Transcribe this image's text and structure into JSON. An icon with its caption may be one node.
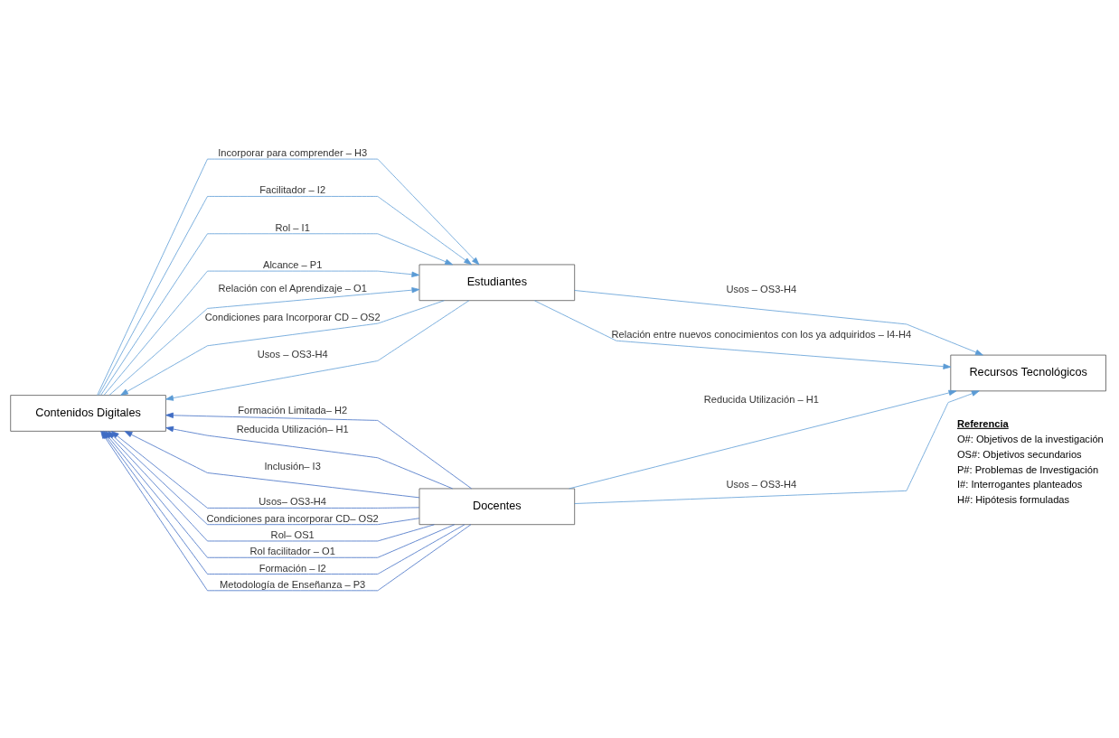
{
  "diagram": {
    "nodes": [
      {
        "text": [
          "Contenidos Digitales"
        ]
      },
      {
        "text": [
          "Estudiantes"
        ]
      },
      {
        "text": [
          "Docentes"
        ]
      },
      {
        "text": [
          "Recursos Tecnológicos"
        ]
      }
    ],
    "edges": [
      {
        "from": 0,
        "to": 1,
        "arrow": "to",
        "label": "Incorporar para comprender – H3"
      },
      {
        "from": 0,
        "to": 1,
        "arrow": "to",
        "label": "Facilitador – I2"
      },
      {
        "from": 0,
        "to": 1,
        "arrow": "to",
        "label": "Rol – I1"
      },
      {
        "from": 0,
        "to": 1,
        "arrow": "to",
        "label": "Alcance – P1"
      },
      {
        "from": 0,
        "to": 1,
        "arrow": "to",
        "label": "Relación con el Aprendizaje – O1"
      },
      {
        "from": 1,
        "to": 0,
        "arrow": "to",
        "label": "Condiciones para Incorporar CD – OS2"
      },
      {
        "from": 1,
        "to": 0,
        "arrow": "to",
        "label": "Usos – OS3-H4"
      },
      {
        "from": 2,
        "to": 0,
        "arrow": "to",
        "label": "Formación Limitada– H2",
        "color": "#3f6cc4"
      },
      {
        "from": 2,
        "to": 0,
        "arrow": "to",
        "label": "Reducida Utilización– H1",
        "color": "#3f6cc4"
      },
      {
        "from": 2,
        "to": 0,
        "arrow": "to",
        "label": "Inclusión– I3",
        "color": "#3f6cc4"
      },
      {
        "from": 2,
        "to": 0,
        "arrow": "to",
        "label": "Usos– OS3-H4",
        "color": "#3f6cc4"
      },
      {
        "from": 2,
        "to": 0,
        "arrow": "to",
        "label": "Condiciones para incorporar CD– OS2",
        "color": "#3f6cc4"
      },
      {
        "from": 2,
        "to": 0,
        "arrow": "to",
        "label": "Rol– OS1",
        "color": "#3f6cc4"
      },
      {
        "from": 2,
        "to": 0,
        "arrow": "to",
        "label": "Rol facilitador – O1",
        "color": "#3f6cc4"
      },
      {
        "from": 2,
        "to": 0,
        "arrow": "to",
        "label": "Formación – I2",
        "color": "#3f6cc4"
      },
      {
        "from": 2,
        "to": 0,
        "arrow": "to",
        "label": "Metodología de Enseñanza – P3",
        "color": "#3f6cc4"
      },
      {
        "from": 1,
        "to": 3,
        "arrow": "to",
        "label": "Usos – OS3-H4"
      },
      {
        "from": 1,
        "to": 3,
        "arrow": "to",
        "label": "Relación entre nuevos conocimientos con los ya adquiridos – I4-H4"
      },
      {
        "from": 2,
        "to": 3,
        "arrow": "to",
        "label": "Reducida Utilización – H1"
      },
      {
        "from": 2,
        "to": 3,
        "arrow": "to",
        "label": "Usos – OS3-H4"
      }
    ],
    "labels": [
      "Referencia",
      "O#: Objetivos de la investigación",
      "OS#: Objetivos secundarios",
      "P#: Problemas de Investigación",
      "I#: Interrogantes planteados",
      "H#: Hipótesis formuladas"
    ]
  }
}
